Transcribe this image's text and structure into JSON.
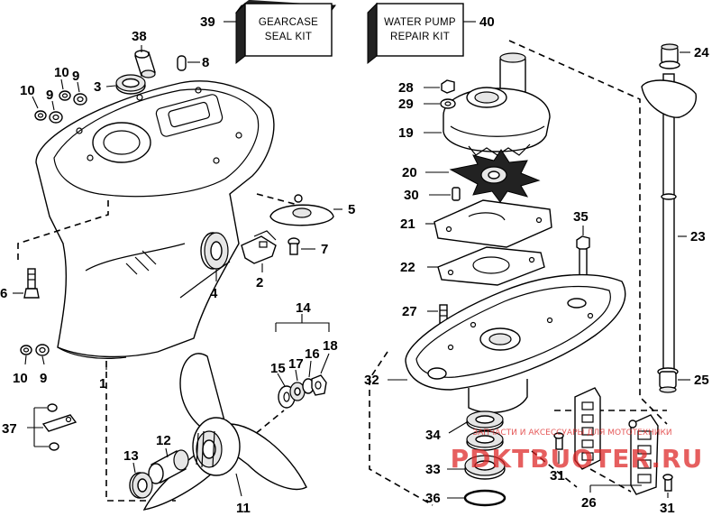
{
  "kits": {
    "gearcase": {
      "number": "39",
      "line1": "GEARCASE",
      "line2": "SEAL KIT"
    },
    "water_pump": {
      "number": "40",
      "line1": "WATER PUMP",
      "line2": "REPAIR KIT"
    }
  },
  "callouts": {
    "c1": "1",
    "c2": "2",
    "c3": "3",
    "c4": "4",
    "c5": "5",
    "c6": "6",
    "c7": "7",
    "c8": "8",
    "c9a": "9",
    "c9b": "9",
    "c9c": "9",
    "c10a": "10",
    "c10b": "10",
    "c10c": "10",
    "c11": "11",
    "c12": "12",
    "c13": "13",
    "c14": "14",
    "c15": "15",
    "c16": "16",
    "c17": "17",
    "c18": "18",
    "c19": "19",
    "c20": "20",
    "c21": "21",
    "c22": "22",
    "c23": "23",
    "c24": "24",
    "c25": "25",
    "c26": "26",
    "c27": "27",
    "c28": "28",
    "c29": "29",
    "c30": "30",
    "c31a": "31",
    "c31b": "31",
    "c32": "32",
    "c33": "33",
    "c34": "34",
    "c35": "35",
    "c36": "36",
    "c37": "37",
    "c38": "38"
  },
  "watermark": {
    "main": "PDKTBUOTER.RU",
    "sub": "ЗАПЧАСТИ И АКСЕССУАРЫ ДЛЯ МОТОТЕХНИКИ"
  }
}
